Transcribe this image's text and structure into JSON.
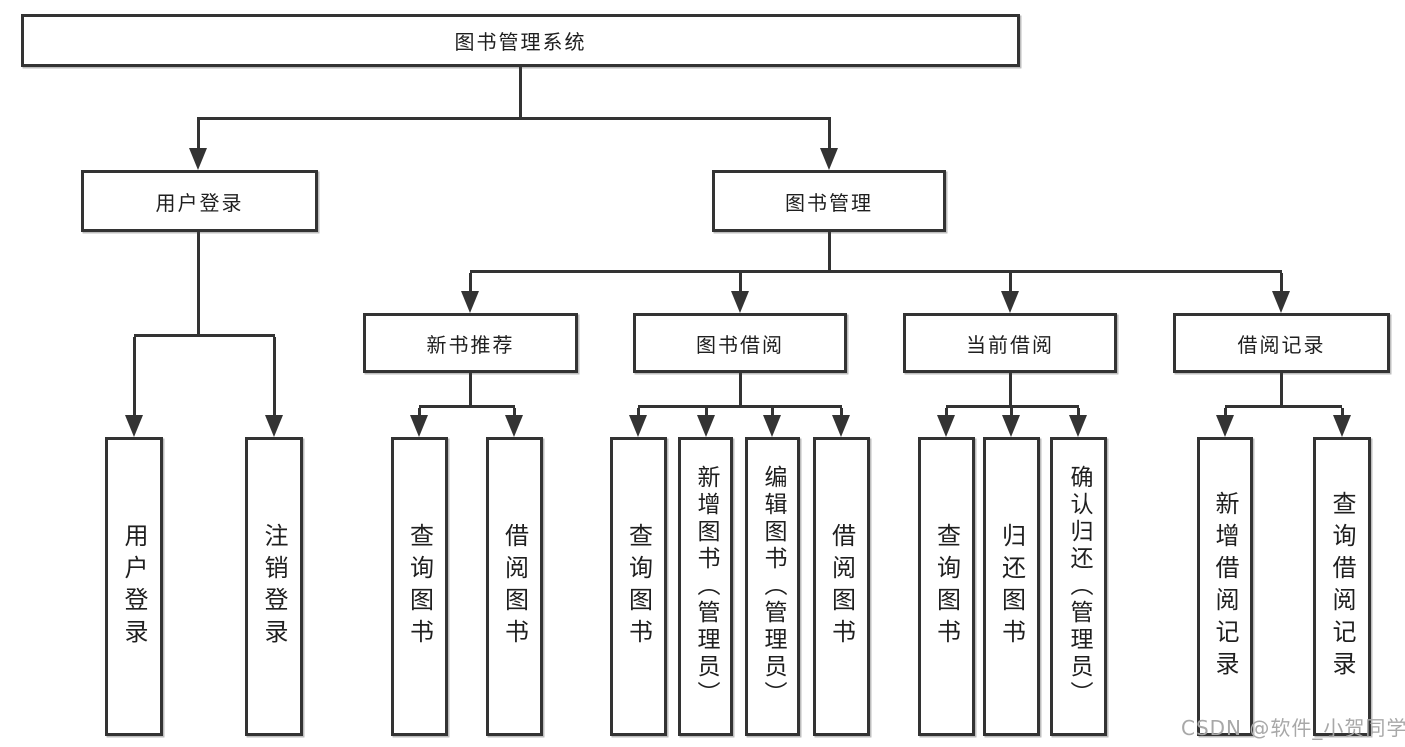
{
  "diagram": {
    "title": "图书管理系统",
    "watermark": "CSDN @软件_小贺同学",
    "colors": {
      "line": "#333333",
      "box_border": "#333333",
      "text": "#1f1f1f",
      "watermark": "#a8a8a8",
      "background": "#ffffff"
    },
    "nodes": [
      {
        "id": "root",
        "label": "图书管理系统",
        "parent": null
      },
      {
        "id": "login",
        "label": "用户登录",
        "parent": "root"
      },
      {
        "id": "mgmt",
        "label": "图书管理",
        "parent": "root"
      },
      {
        "id": "newbook",
        "label": "新书推荐",
        "parent": "mgmt"
      },
      {
        "id": "borrow",
        "label": "图书借阅",
        "parent": "mgmt"
      },
      {
        "id": "current",
        "label": "当前借阅",
        "parent": "mgmt"
      },
      {
        "id": "records",
        "label": "借阅记录",
        "parent": "mgmt"
      },
      {
        "id": "user-login",
        "label": "用户登录",
        "parent": "login"
      },
      {
        "id": "logout",
        "label": "注销登录",
        "parent": "login"
      },
      {
        "id": "nb-query",
        "label": "查询图书",
        "parent": "newbook"
      },
      {
        "id": "nb-borrow",
        "label": "借阅图书",
        "parent": "newbook"
      },
      {
        "id": "bw-query",
        "label": "查询图书",
        "parent": "borrow"
      },
      {
        "id": "bw-add",
        "label": "新增图书（管理员）",
        "parent": "borrow"
      },
      {
        "id": "bw-edit",
        "label": "编辑图书（管理员）",
        "parent": "borrow"
      },
      {
        "id": "bw-borrow",
        "label": "借阅图书",
        "parent": "borrow"
      },
      {
        "id": "cur-query",
        "label": "查询图书",
        "parent": "current"
      },
      {
        "id": "cur-return",
        "label": "归还图书",
        "parent": "current"
      },
      {
        "id": "cur-confirm",
        "label": "确认归还（管理员）",
        "parent": "current"
      },
      {
        "id": "rec-add",
        "label": "新增借阅记录",
        "parent": "records"
      },
      {
        "id": "rec-query",
        "label": "查询借阅记录",
        "parent": "records"
      }
    ]
  }
}
